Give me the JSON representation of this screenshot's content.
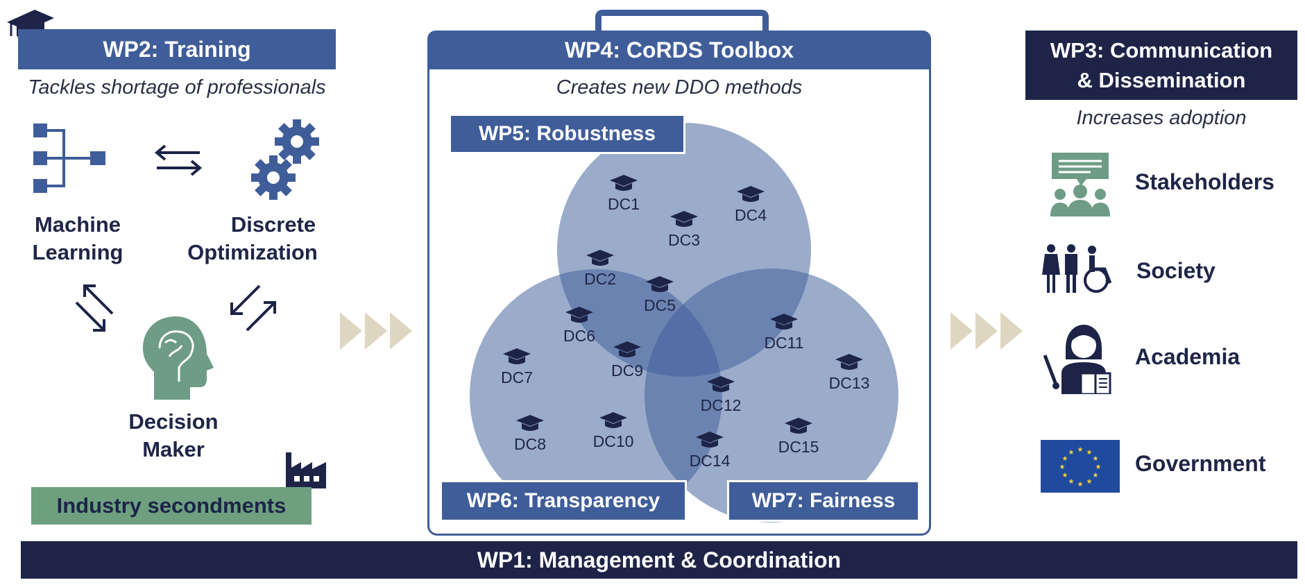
{
  "wp2": {
    "title": "WP2: Training",
    "subtitle": "Tackles shortage of professionals"
  },
  "left": {
    "ml_line1": "Machine",
    "ml_line2": "Learning",
    "do_line1": "Discrete",
    "do_line2": "Optimization",
    "dm_line1": "Decision",
    "dm_line2": "Maker",
    "industry": "Industry secondments"
  },
  "wp4": {
    "title": "WP4: CoRDS Toolbox",
    "subtitle": "Creates new DDO methods"
  },
  "wp5": "WP5: Robustness",
  "wp6": "WP6: Transparency",
  "wp7": "WP7: Fairness",
  "dcs": [
    "DC1",
    "DC2",
    "DC3",
    "DC4",
    "DC5",
    "DC6",
    "DC7",
    "DC8",
    "DC9",
    "DC10",
    "DC11",
    "DC12",
    "DC13",
    "DC14",
    "DC15"
  ],
  "wp3": {
    "title_line1": "WP3: Communication",
    "title_line2": "& Dissemination",
    "subtitle": "Increases adoption"
  },
  "stakeholders": [
    "Stakeholders",
    "Society",
    "Academia",
    "Government"
  ],
  "wp1": "WP1: Management & Coordination",
  "colors": {
    "blue": "#3f5d99",
    "navy": "#1d2448",
    "green": "#6f9c86",
    "industry_bg": "#6ea07f",
    "arrow_beige": "#ddd7c2",
    "eu_blue": "#1f4a9e",
    "eu_star": "#f2d23a"
  }
}
